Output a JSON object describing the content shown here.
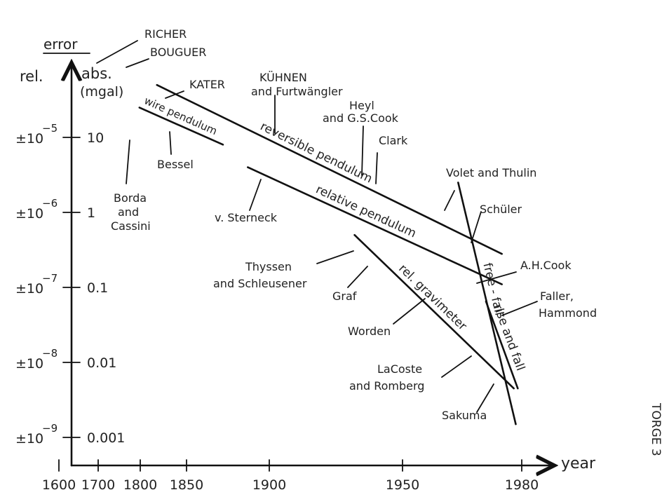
{
  "chart_data": {
    "type": "line",
    "title": "",
    "axis_header": "error",
    "ylabel_rel": "rel.",
    "ylabel_abs": "abs.",
    "ylabel_abs_unit": "(mgal)",
    "xlabel": "year",
    "side_note": "TORGE 3",
    "y_scale": "log",
    "ylim_mgal": [
      0.0003,
      100
    ],
    "x_ticks": [
      {
        "year": 1600,
        "label": "1600"
      },
      {
        "year": 1700,
        "label": "1700"
      },
      {
        "year": 1800,
        "label": "1800"
      },
      {
        "year": 1850,
        "label": "1850"
      },
      {
        "year": 1900,
        "label": "1900"
      },
      {
        "year": 1950,
        "label": "1950"
      },
      {
        "year": 1980,
        "label": "1980"
      }
    ],
    "y_ticks": [
      {
        "mgal": 10,
        "abs": "10",
        "rel_base": "±10",
        "rel_exp": "−5"
      },
      {
        "mgal": 1,
        "abs": "1",
        "rel_base": "±10",
        "rel_exp": "−6"
      },
      {
        "mgal": 0.1,
        "abs": "0.1",
        "rel_base": "±10",
        "rel_exp": "−7"
      },
      {
        "mgal": 0.01,
        "abs": "0.01",
        "rel_base": "±10",
        "rel_exp": "−8"
      },
      {
        "mgal": 0.001,
        "abs": "0.001",
        "rel_base": "±10",
        "rel_exp": "−9"
      }
    ],
    "series": [
      {
        "name": "wire pendulum",
        "points": [
          [
            1798,
            25
          ],
          [
            1872,
            8
          ]
        ]
      },
      {
        "name": "reversible pendulum",
        "points": [
          [
            1818,
            50
          ],
          [
            1975,
            0.28
          ]
        ]
      },
      {
        "name": "relative pendulum",
        "points": [
          [
            1887,
            4
          ],
          [
            1975,
            0.11
          ]
        ]
      },
      {
        "name": "rel. gravimeter",
        "points": [
          [
            1932,
            0.5
          ],
          [
            1978,
            0.0045
          ]
        ]
      },
      {
        "name": "free - fall",
        "points": [
          [
            1964,
            2.5
          ],
          [
            1978.5,
            0.0015
          ]
        ]
      },
      {
        "name": "rise and fall",
        "points": [
          [
            1971,
            0.065
          ],
          [
            1979,
            0.0045
          ]
        ]
      }
    ],
    "annotations": [
      {
        "text": "RICHER"
      },
      {
        "text": "BOUGUER"
      },
      {
        "text": "KATER"
      },
      {
        "text": "KÜHNEN"
      },
      {
        "text": "and Furtwängler"
      },
      {
        "text": "Heyl"
      },
      {
        "text": "and G.S.Cook"
      },
      {
        "text": "Clark"
      },
      {
        "text": "Bessel"
      },
      {
        "text": "Borda"
      },
      {
        "text": "and"
      },
      {
        "text": "Cassini"
      },
      {
        "text": "v. Sterneck"
      },
      {
        "text": "Volet and Thulin"
      },
      {
        "text": "Schüler"
      },
      {
        "text": "Thyssen"
      },
      {
        "text": "and Schleusener"
      },
      {
        "text": "Graf"
      },
      {
        "text": "Worden"
      },
      {
        "text": "A.H.Cook"
      },
      {
        "text": "Faller,"
      },
      {
        "text": "Hammond"
      },
      {
        "text": "LaCoste"
      },
      {
        "text": "and Romberg"
      },
      {
        "text": "Sakuma"
      }
    ]
  }
}
